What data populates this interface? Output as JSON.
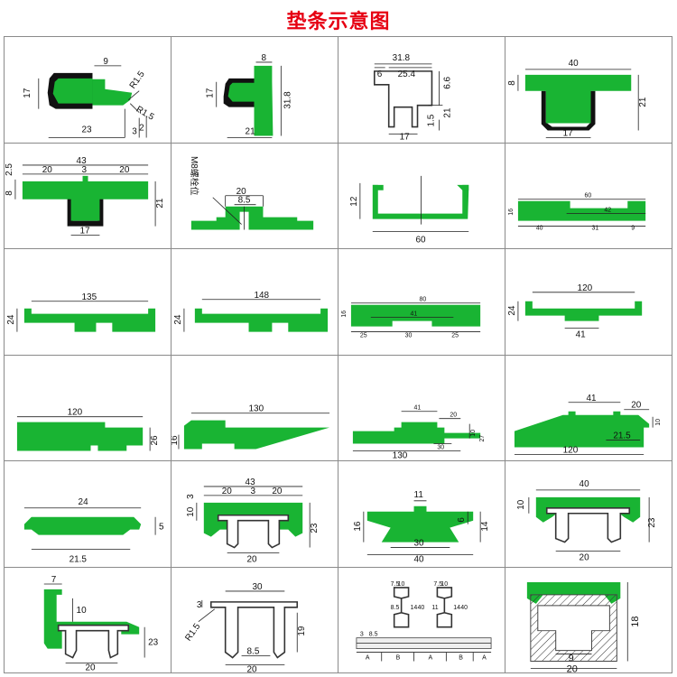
{
  "title": "垫条示意图",
  "colors": {
    "title": "#e60012",
    "profile": "#19b433",
    "steel": "#111111",
    "grid": "#8a8a8a"
  },
  "cells": [
    {
      "dims": [
        "9",
        "R1.5",
        "R1.5",
        "17",
        "23",
        "3",
        "2"
      ]
    },
    {
      "dims": [
        "8",
        "17",
        "31.8",
        "21"
      ]
    },
    {
      "dims": [
        "31.8",
        "6",
        "25.4",
        "6.6",
        "21",
        "1.5",
        "17"
      ]
    },
    {
      "dims": [
        "40",
        "8",
        "21",
        "17"
      ]
    },
    {
      "dims": [
        "43",
        "20",
        "3",
        "20",
        "2.5",
        "8",
        "21",
        "17"
      ]
    },
    {
      "dims": [
        "M8螺栓位",
        "20",
        "8.5"
      ]
    },
    {
      "dims": [
        "12",
        "60"
      ]
    },
    {
      "dims": [
        "60",
        "42",
        "40",
        "31",
        "9",
        "16"
      ]
    },
    {
      "dims": [
        "135",
        "24"
      ]
    },
    {
      "dims": [
        "148",
        "24"
      ]
    },
    {
      "dims": [
        "80",
        "41",
        "25",
        "30",
        "25",
        "16"
      ]
    },
    {
      "dims": [
        "120",
        "24",
        "41"
      ]
    },
    {
      "dims": [
        "120",
        "26"
      ]
    },
    {
      "dims": [
        "130",
        "16"
      ]
    },
    {
      "dims": [
        "41",
        "20",
        "10",
        "27",
        "30",
        "130"
      ]
    },
    {
      "dims": [
        "41",
        "20",
        "10",
        "21.5",
        "120"
      ]
    },
    {
      "dims": [
        "24",
        "5",
        "21.5"
      ]
    },
    {
      "dims": [
        "43",
        "20",
        "3",
        "20",
        "3",
        "10",
        "23",
        "20"
      ]
    },
    {
      "dims": [
        "11",
        "16",
        "6",
        "14",
        "30",
        "40"
      ]
    },
    {
      "dims": [
        "40",
        "10",
        "23",
        "20"
      ]
    },
    {
      "dims": [
        "7",
        "10",
        "23",
        "20"
      ]
    },
    {
      "dims": [
        "30",
        "3",
        "R1.5",
        "19",
        "8.5",
        "20"
      ]
    },
    {
      "dims": [
        "7.5",
        "10",
        "7.5",
        "10",
        "8.5",
        "14",
        "40",
        "11",
        "14",
        "40",
        "3",
        "8.5",
        "A",
        "B",
        "A",
        "B",
        "A"
      ]
    },
    {
      "dims": [
        "18",
        "9",
        "20"
      ]
    }
  ]
}
